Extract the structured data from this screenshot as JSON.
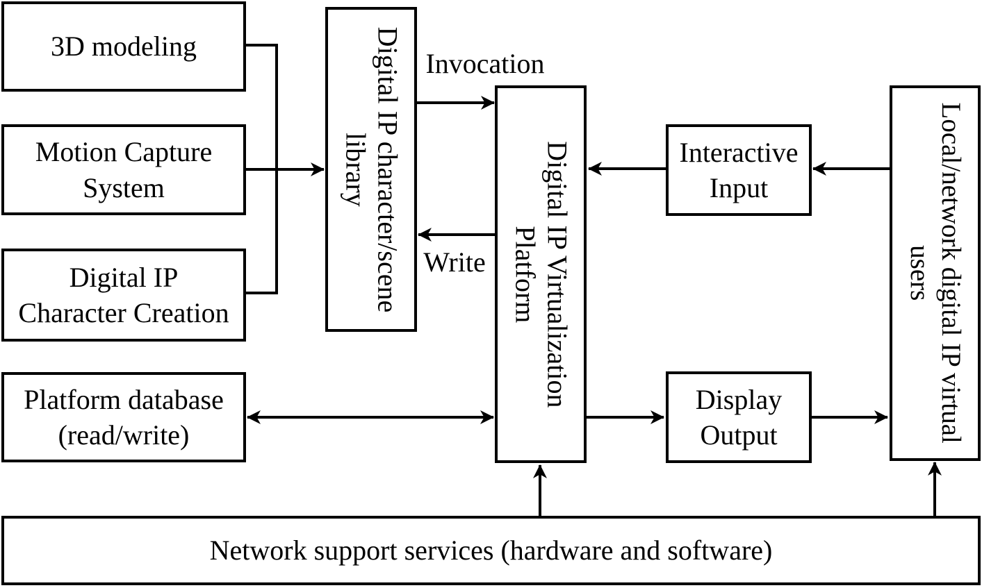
{
  "diagram": {
    "title_implied": "Digital IP virtualization platform architecture",
    "colors": {
      "line": "#000000",
      "background": "#ffffff",
      "box_fill": "#ffffff",
      "text": "#000000"
    },
    "boxes": {
      "modeling3d": {
        "label": "3D modeling"
      },
      "motion_capture": {
        "line1": "Motion Capture",
        "line2": "System"
      },
      "character_creation": {
        "line1": "Digital IP",
        "line2": "Character Creation"
      },
      "library": {
        "line1": "Digital IP character/scene",
        "line2": "library",
        "orientation": "vertical"
      },
      "platform": {
        "line1": "Digital IP Virtualization",
        "line2": "Platform",
        "orientation": "vertical"
      },
      "interactive_input": {
        "line1": "Interactive",
        "line2": "Input"
      },
      "local_users": {
        "line1": "Local/network digital IP virtual",
        "line2": "users",
        "orientation": "vertical"
      },
      "database": {
        "line1": "Platform database",
        "line2": "(read/write)"
      },
      "display_output": {
        "line1": "Display",
        "line2": "Output"
      },
      "network_services": {
        "label": "Network support services (hardware and software)"
      }
    },
    "edge_labels": {
      "invocation": "Invocation",
      "write": "Write"
    },
    "edges": [
      {
        "from": "3D modeling",
        "to": "Digital IP character/scene library",
        "arrow": "to"
      },
      {
        "from": "Motion Capture System",
        "to": "Digital IP character/scene library",
        "arrow": "to"
      },
      {
        "from": "Digital IP Character Creation",
        "to": "Digital IP character/scene library",
        "arrow": "to"
      },
      {
        "from": "Digital IP character/scene library",
        "to": "Digital IP Virtualization Platform",
        "label": "Invocation",
        "arrow": "to"
      },
      {
        "from": "Digital IP Virtualization Platform",
        "to": "Digital IP character/scene library",
        "label": "Write",
        "arrow": "to"
      },
      {
        "from": "Platform database (read/write)",
        "to": "Digital IP Virtualization Platform",
        "arrow": "both"
      },
      {
        "from": "Digital IP Virtualization Platform",
        "to": "Display Output",
        "arrow": "to"
      },
      {
        "from": "Display Output",
        "to": "Local/network digital IP virtual users",
        "arrow": "to"
      },
      {
        "from": "Local/network digital IP virtual users",
        "to": "Interactive Input",
        "arrow": "to"
      },
      {
        "from": "Interactive Input",
        "to": "Digital IP Virtualization Platform",
        "arrow": "to"
      },
      {
        "from": "Network support services (hardware and software)",
        "to": "Digital IP Virtualization Platform",
        "arrow": "to"
      },
      {
        "from": "Network support services (hardware and software)",
        "to": "Local/network digital IP virtual users",
        "arrow": "to"
      }
    ]
  }
}
